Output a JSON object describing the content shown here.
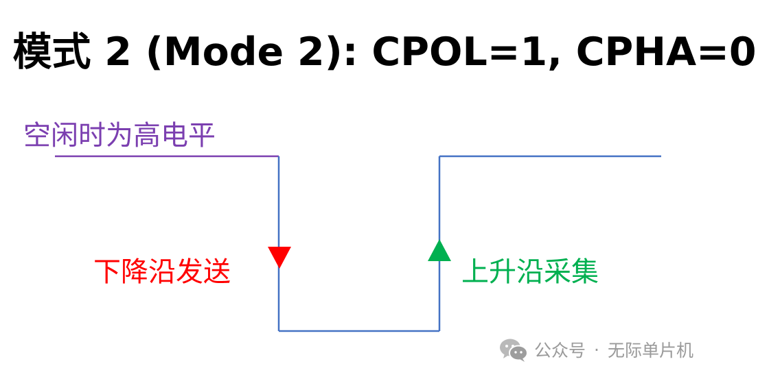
{
  "title": "模式 2 (Mode 2): CPOL=1, CPHA=0",
  "labels": {
    "idle": "空闲时为高电平",
    "falling_edge": "下降沿发送",
    "rising_edge": "上升沿采集"
  },
  "colors": {
    "idle": "#7b3fb0",
    "falling_edge": "#ff0000",
    "rising_edge": "#00b050",
    "signal_line": "#4472c4",
    "title": "#000000",
    "watermark": "#9a9a9a"
  },
  "watermark": {
    "icon": "wechat-icon",
    "account_type": "公众号",
    "separator": "·",
    "account_name": "无际单片机"
  }
}
